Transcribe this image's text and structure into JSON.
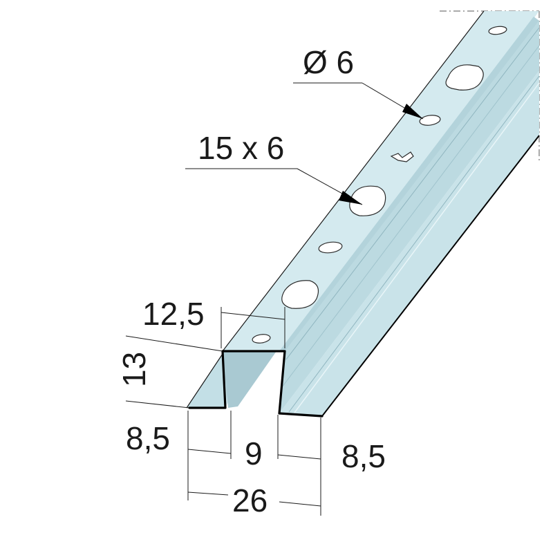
{
  "drawing": {
    "subject": "",
    "colors": {
      "steel_light": "#cfe6ec",
      "steel_mid": "#b7d6de",
      "steel_dark": "#9cc2cc",
      "steel_inside": "#a9c9d2",
      "outline": "#000000",
      "dimension_line": "#1a1a1a"
    }
  },
  "dimensions": {
    "hole_round": "Ø 6",
    "hole_slot": "15 x 6",
    "top_width": "12,5",
    "height": "13",
    "left_flange": "8,5",
    "gap": "9",
    "right_flange": "8,5",
    "overall_width": "26"
  }
}
